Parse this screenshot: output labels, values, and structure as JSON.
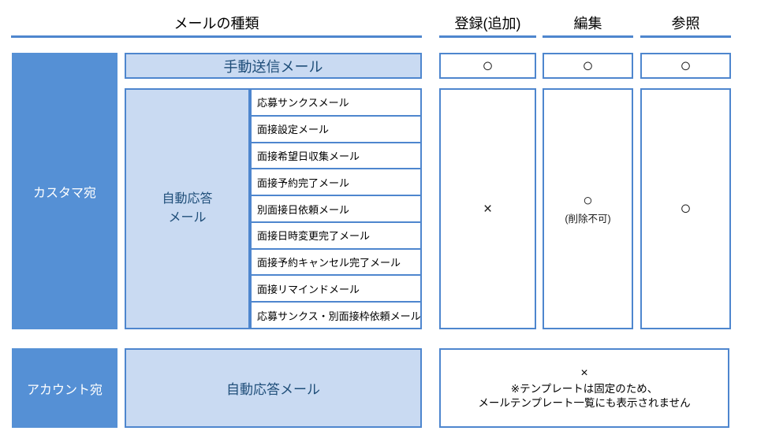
{
  "header": {
    "mail_type_label": "メールの種類",
    "columns": [
      {
        "label": "登録(追加)"
      },
      {
        "label": "編集"
      },
      {
        "label": "参照"
      }
    ]
  },
  "customer": {
    "row_label": "カスタマ宛",
    "manual": {
      "label": "手動送信メール",
      "register": "○",
      "edit": "○",
      "view": "○"
    },
    "auto": {
      "label_line1": "自動応答",
      "label_line2": "メール",
      "items": [
        "応募サンクスメール",
        "面接設定メール",
        "面接希望日収集メール",
        "面接予約完了メール",
        "別面接日依頼メール",
        "面接日時変更完了メール",
        "面接予約キャンセル完了メール",
        "面接リマインドメール",
        "応募サンクス・別面接枠依頼メール"
      ],
      "register": "×",
      "edit_mark": "○",
      "edit_note": "(削除不可)",
      "view": "○"
    }
  },
  "account": {
    "row_label": "アカウント宛",
    "auto_label": "自動応答メール",
    "note_mark": "×",
    "note_line1": "※テンプレートは固定のため、",
    "note_line2": "メールテンプレート一覧にも表示されません"
  },
  "colors": {
    "accent_fill": "#5590D5",
    "light_fill": "#C9DAF2",
    "border": "#4E86CE",
    "dark_text": "#1F4E79",
    "text": "#000000"
  }
}
